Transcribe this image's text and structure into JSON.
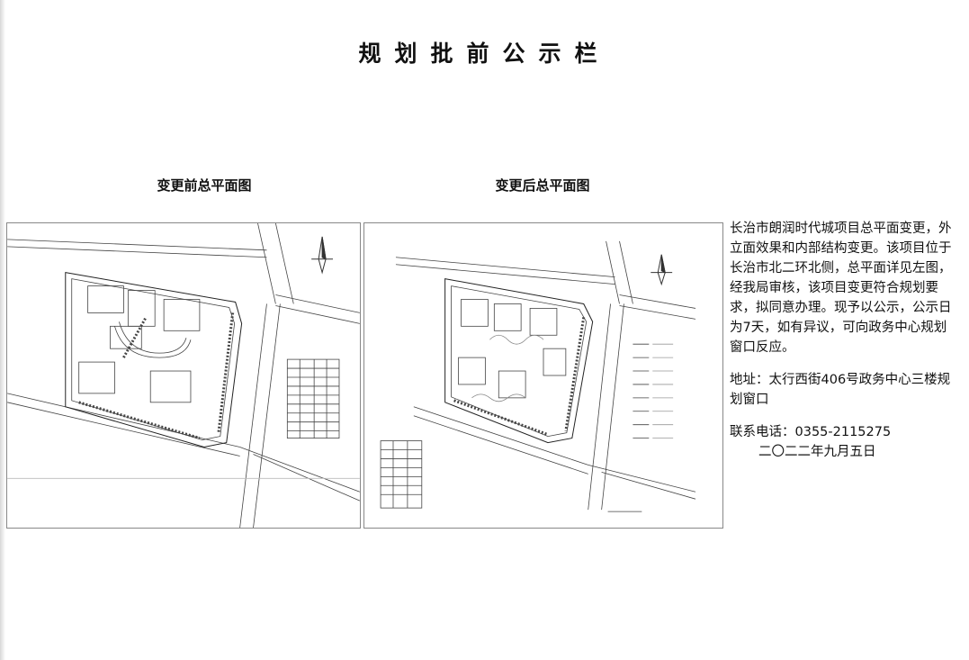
{
  "header": {
    "title": "规划批前公示栏"
  },
  "plans": {
    "before": {
      "caption": "变更前总平面图"
    },
    "after": {
      "caption": "变更后总平面图"
    }
  },
  "notice": {
    "body": "长治市朗润时代城项目总平面变更，外立面效果和内部结构变更。该项目位于长治市北二环北侧，总平面详见左图，经我局审核，该项目变更符合规划要求，拟同意办理。现予以公示，公示日为7天，如有异议，可向政务中心规划窗口反应。",
    "address": "地址：太行西街406号政务中心三楼规划窗口",
    "phone": "联系电话：0355-2115275",
    "date": "二〇二二年九月五日"
  },
  "colors": {
    "text": "#111111",
    "line": "#333333",
    "border": "#888888"
  }
}
